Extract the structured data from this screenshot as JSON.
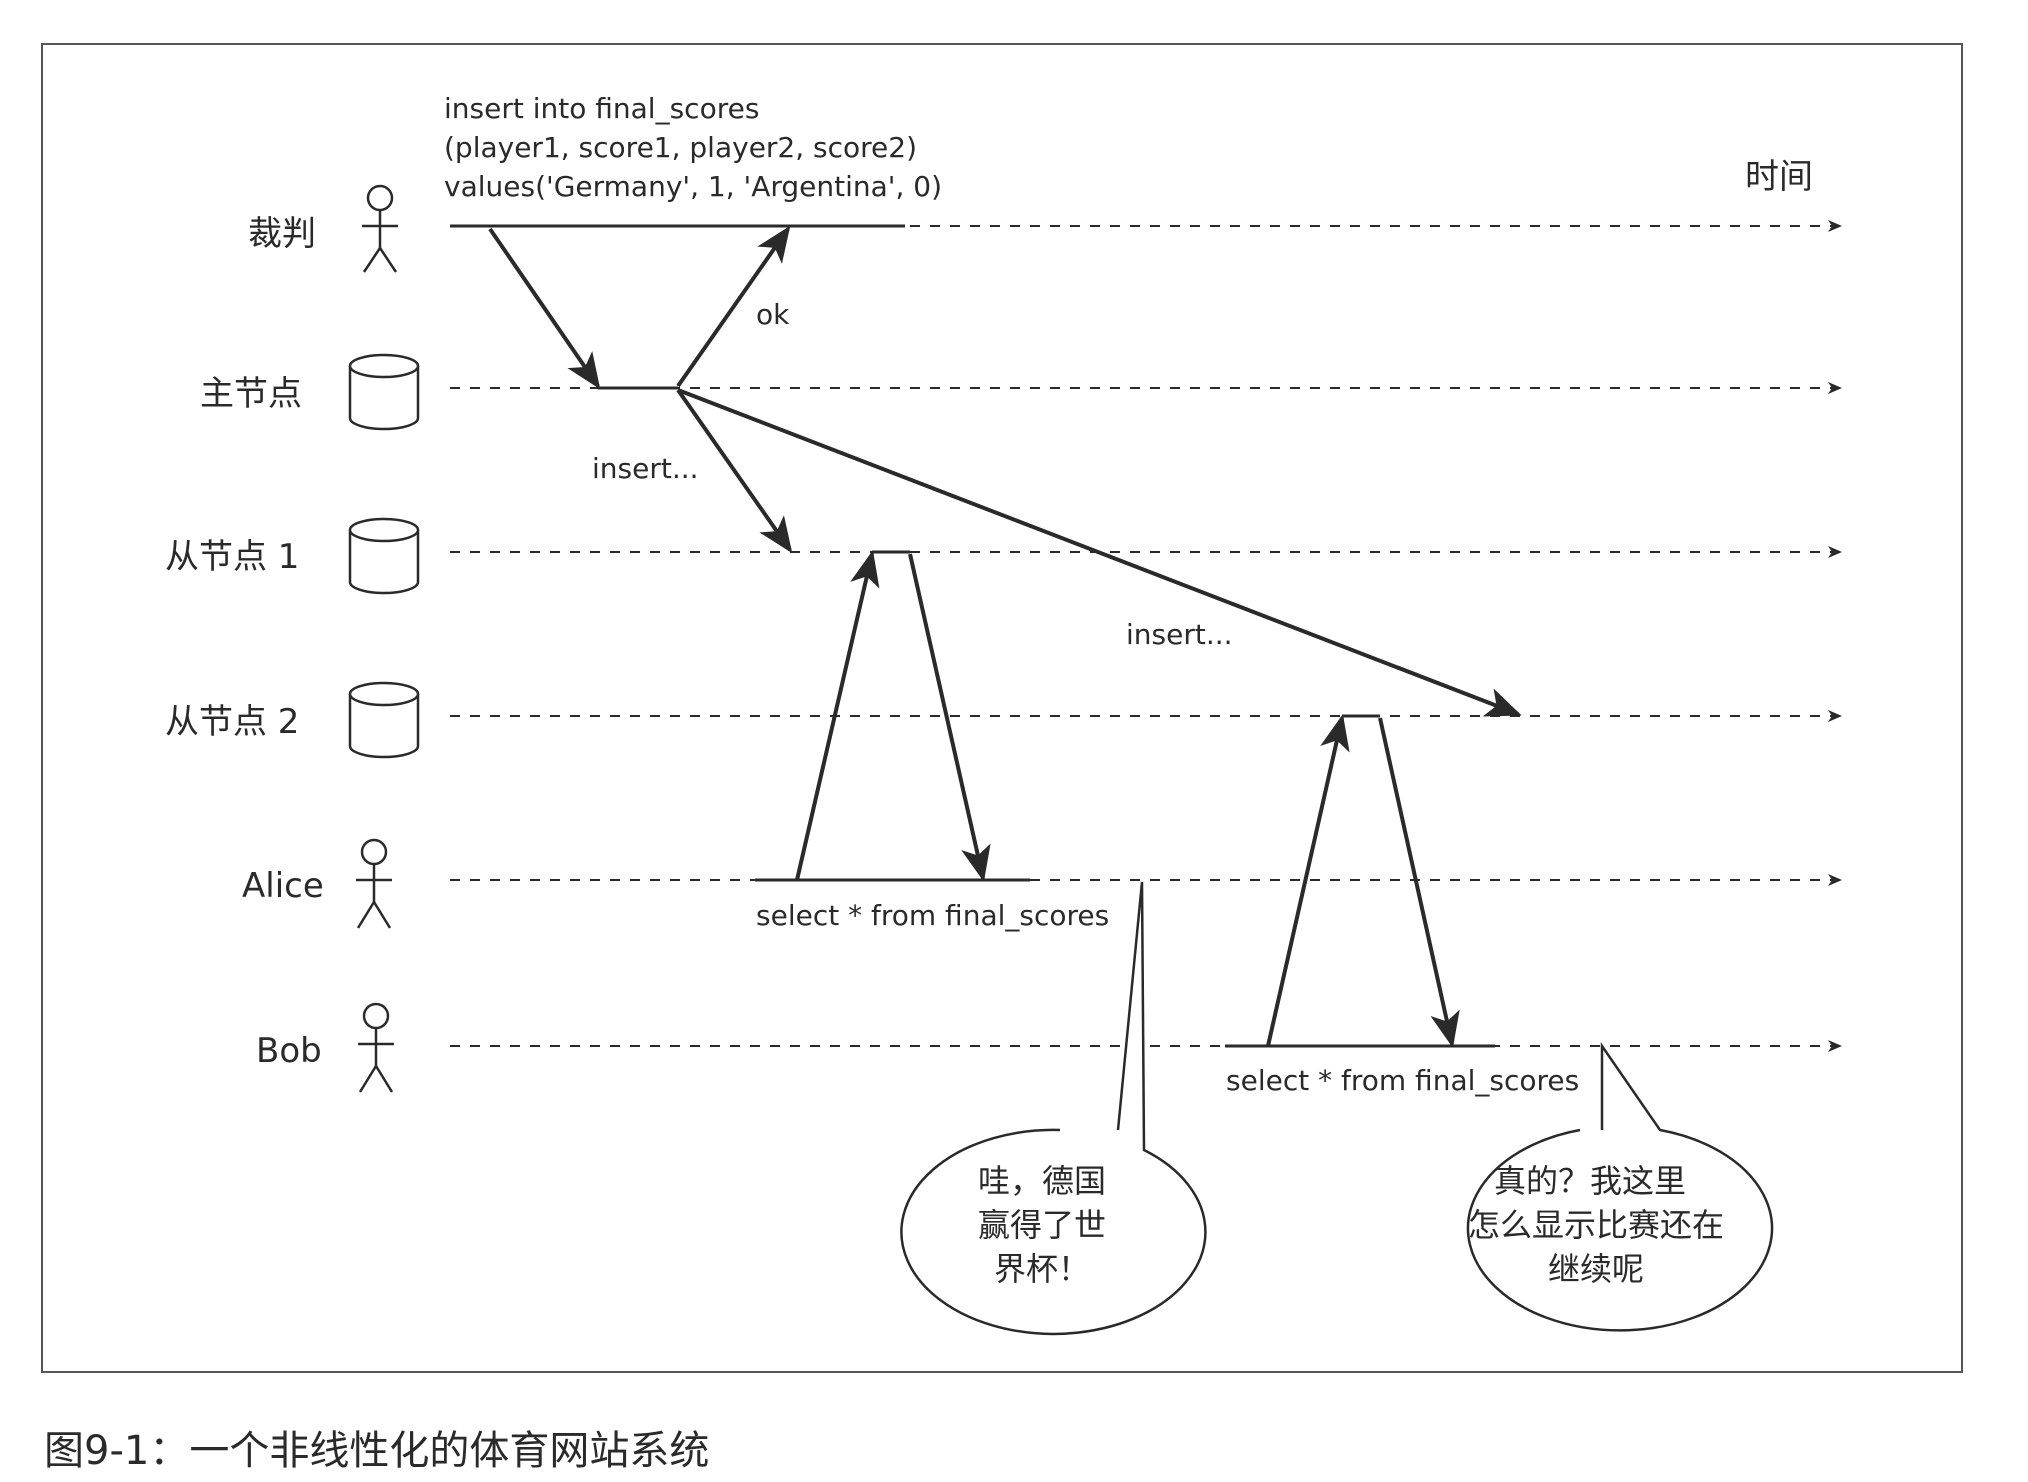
{
  "lanes": [
    {
      "label": "裁判",
      "icon": "person-icon"
    },
    {
      "label": "主节点",
      "icon": "database-icon"
    },
    {
      "label": "从节点 1",
      "icon": "database-icon"
    },
    {
      "label": "从节点 2",
      "icon": "database-icon"
    },
    {
      "label": "Alice",
      "icon": "person-icon"
    },
    {
      "label": "Bob",
      "icon": "person-icon"
    }
  ],
  "time_label": "时间",
  "sql": {
    "insert_line1": "insert into final_scores",
    "insert_line2": "(player1, score1, player2, score2)",
    "insert_line3": "values('Germany', 1, 'Argentina', 0)",
    "ok": "ok",
    "replicate_1": "insert...",
    "replicate_2": "insert...",
    "alice_select": "select * from final_scores",
    "bob_select": "select * from final_scores"
  },
  "bubbles": {
    "alice": [
      "哇，德国",
      "赢得了世",
      "界杯！"
    ],
    "bob": [
      "真的？我这里",
      "怎么显示比赛还在",
      "继续呢"
    ]
  },
  "caption": "图9-1：一个非线性化的体育网站系统",
  "colors": {
    "ink": "#2a2a2a",
    "frame": "#555555"
  }
}
